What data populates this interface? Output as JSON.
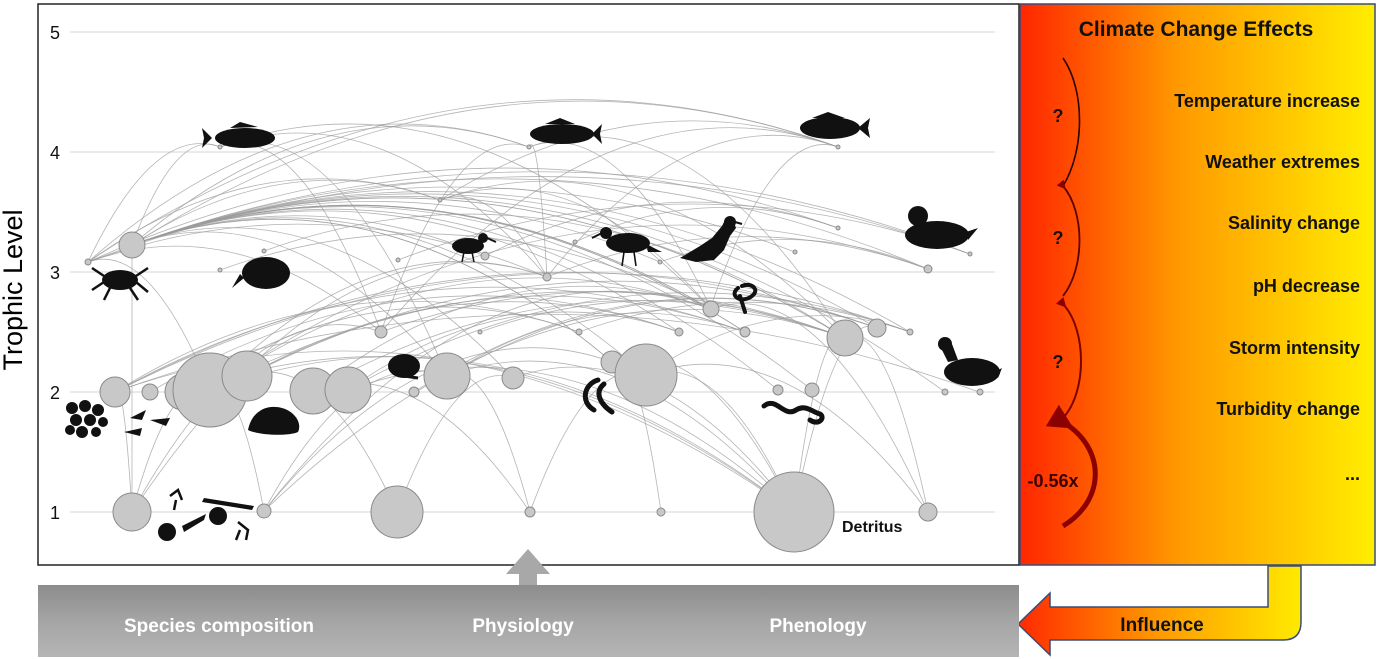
{
  "y_axis": {
    "title": "Trophic Level",
    "ticks": [
      "5",
      "4",
      "3",
      "2",
      "1"
    ]
  },
  "food_web": {
    "detritus_label": "Detritus"
  },
  "climate_panel": {
    "title": "Climate Change Effects",
    "effects": [
      "Temperature increase",
      "Weather extremes",
      "Salinity change",
      "pH decrease",
      "Storm intensity",
      "Turbidity change",
      "..."
    ],
    "question_marks": [
      "?",
      "?",
      "?"
    ],
    "factor_label": "-0.56x",
    "gradient_colors": [
      "#ff2a00",
      "#ffee00"
    ]
  },
  "bottom_bar": {
    "items": [
      "Species composition",
      "Physiology",
      "Phenology"
    ],
    "color": "#9a9a9a"
  },
  "influence": {
    "label": "Influence"
  },
  "colors": {
    "node_fill": "#c8c8c8",
    "node_stroke": "#8a8a8a",
    "link": "#9b9b9b",
    "silhouette": "#111111",
    "arc_dark": "#8b0000"
  }
}
